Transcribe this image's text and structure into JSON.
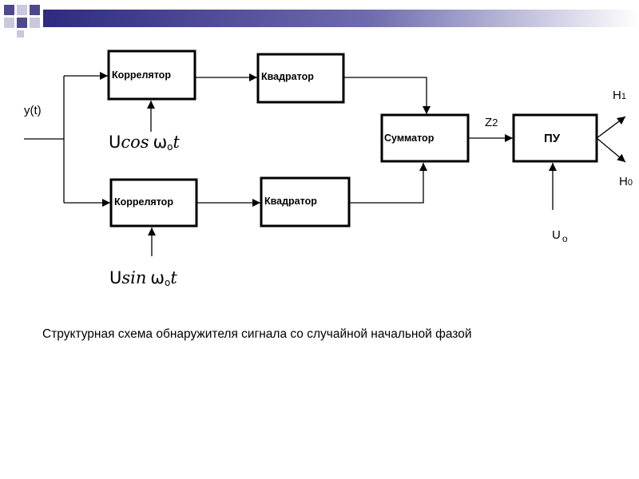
{
  "colors": {
    "accent_dark": "#2e2a80",
    "square_dark": "#4d4a8c",
    "square_light": "#c9c8df",
    "ink": "#000000"
  },
  "input_label": "y(t)",
  "correlator_top": "Коррелятор",
  "correlator_bottom": "Коррелятор",
  "squarer_top": "Квадратор",
  "squarer_bottom": "Квадратор",
  "summator": "Сумматор",
  "decision_unit": "ПУ",
  "ref_top": {
    "prefix": "U",
    "func": "cos",
    "omega": "ω",
    "sub": "o",
    "var": "t"
  },
  "ref_bottom": {
    "prefix": "U",
    "func": "sin",
    "omega": "ω",
    "sub": "o",
    "var": "t"
  },
  "sum_output": {
    "base": "Z",
    "idx": "2"
  },
  "out_h1": {
    "base": "H",
    "idx": "1"
  },
  "out_h0": {
    "base": "H",
    "idx": "0"
  },
  "threshold": {
    "base": "U",
    "sub": "o"
  },
  "caption": "Структурная схема обнаружителя сигнала со случайной начальной фазой"
}
